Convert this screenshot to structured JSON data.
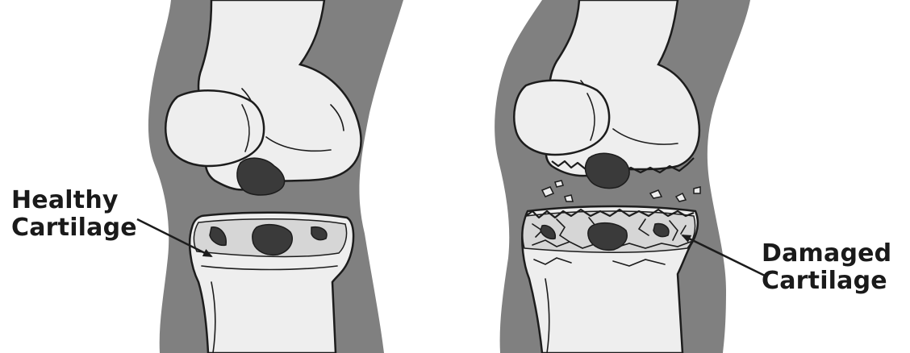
{
  "labels": {
    "healthy": {
      "line1": "Healthy",
      "line2": "Cartilage"
    },
    "damaged": {
      "line1": "Damaged",
      "line2": "Cartilage"
    }
  },
  "palette": {
    "soft_tissue": "#808080",
    "bone": "#eeeeee",
    "bone_shade": "#d6d6d6",
    "cartilage_damage": "#3a3a3a",
    "outline": "#1c1c1c",
    "background": "#ffffff"
  }
}
